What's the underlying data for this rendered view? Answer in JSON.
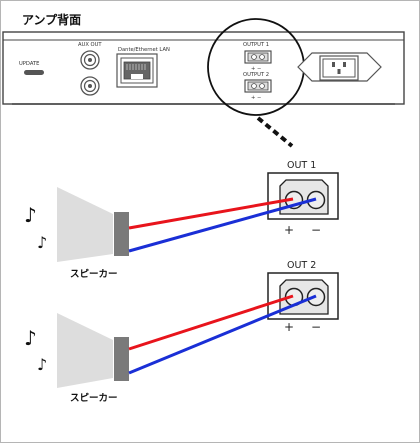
{
  "title": "アンプ背面",
  "panel": {
    "update_label": "UPDATE",
    "aux_out_label": "AUX OUT",
    "mini_label": "Dante/Ethernet LAN",
    "output1_label": "OUTPUT 1",
    "output2_label": "OUTPUT 2",
    "plus_minus": "+  −"
  },
  "outputs": [
    {
      "label": "OUT 1",
      "plus": "+",
      "minus": "−"
    },
    {
      "label": "OUT 2",
      "plus": "+",
      "minus": "−"
    }
  ],
  "speakers": [
    {
      "label": "スピーカー"
    },
    {
      "label": "スピーカー"
    }
  ],
  "colors": {
    "positive_wire": "#e8141c",
    "negative_wire": "#1a2fd6",
    "speaker": "#dddddd",
    "speaker_back": "#7a7a7a"
  }
}
